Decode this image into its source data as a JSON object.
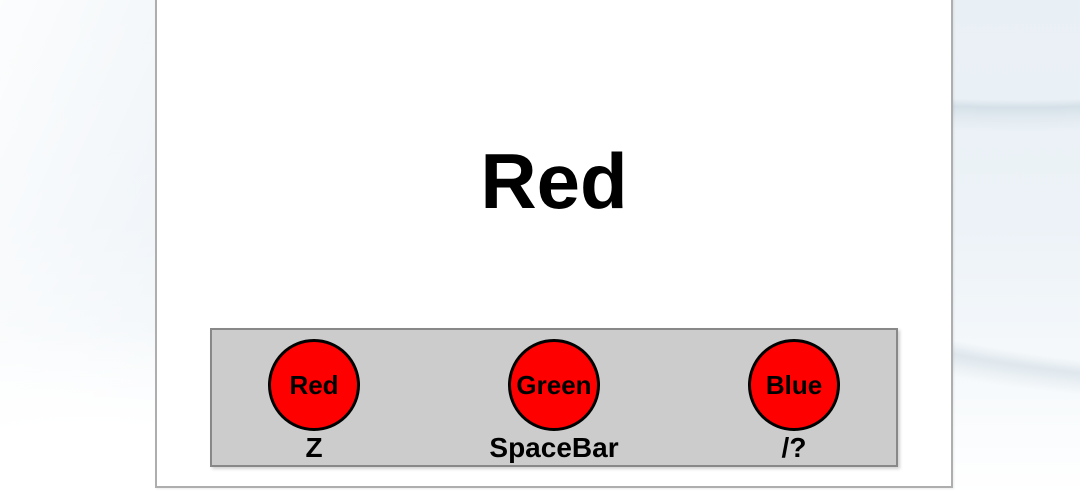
{
  "stimulus": {
    "word": "Red"
  },
  "key_panel": {
    "keys": [
      {
        "color_label": "Red",
        "key_label": "Z"
      },
      {
        "color_label": "Green",
        "key_label": "SpaceBar"
      },
      {
        "color_label": "Blue",
        "key_label": "/?"
      }
    ]
  },
  "colors": {
    "circle_fill": "#ff0000",
    "circle_border": "#000000",
    "key_panel_bg": "#cccccc",
    "key_panel_border": "#888888",
    "panel_bg": "#ffffff",
    "panel_border": "#aeaeae",
    "page_bg": "#ecf2f7",
    "text": "#000000"
  }
}
